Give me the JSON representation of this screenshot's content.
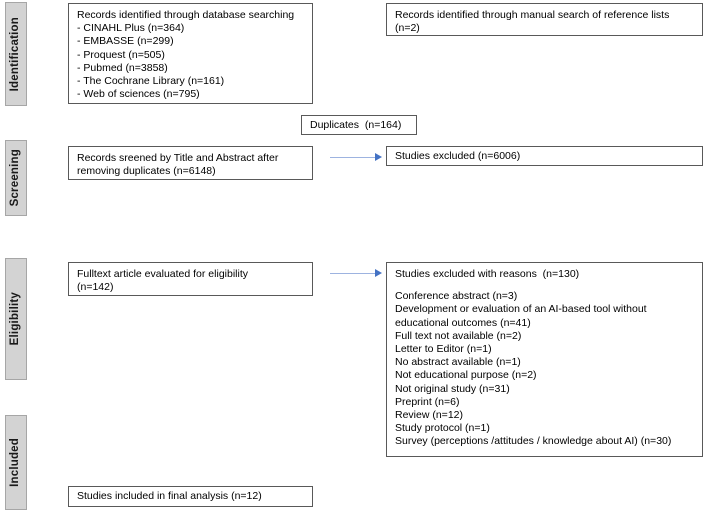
{
  "diagram": {
    "type": "prisma-flow-diagram",
    "accent_arrow_color": "#9db3e0",
    "accent_arrowhead_color": "#4472c4",
    "stage_tab_fill": "#d3d3d3",
    "box_border_color": "#595959"
  },
  "stages": [
    {
      "label": "Identification"
    },
    {
      "label": "Screening"
    },
    {
      "label": "Eligibility"
    },
    {
      "label": "Included"
    }
  ],
  "boxes": {
    "database_search": {
      "title": "Records identified through database searching",
      "items": [
        "- CINAHL Plus (n=364)",
        "- EMBASSE (n=299)",
        "- Proquest (n=505)",
        "- Pubmed (n=3858)",
        "- The Cochrane Library (n=161)",
        "- Web of sciences (n=795)"
      ]
    },
    "manual_search": {
      "title": "Records identified through manual search of reference lists",
      "count": "(n=2)"
    },
    "duplicates": {
      "label": "Duplicates  (n=164)"
    },
    "screened": {
      "line1": "Records sreened by Title and Abstract after",
      "line2": "removing duplicates (n=6148)"
    },
    "excluded_screening": {
      "label": "Studies excluded (n=6006)"
    },
    "fulltext": {
      "line1": "Fulltext article evaluated for eligibility",
      "line2": "(n=142)"
    },
    "excluded_reasons": {
      "title": "Studies excluded with reasons  (n=130)",
      "reasons": [
        "Conference abstract (n=3)",
        "Development or evaluation of an AI-based tool without",
        "educational outcomes (n=41)",
        "Full text not available (n=2)",
        "Letter to Editor (n=1)",
        "No abstract available (n=1)",
        "Not educational purpose (n=2)",
        "Not original study (n=31)",
        "Preprint (n=6)",
        "Review (n=12)",
        "Study protocol (n=1)",
        "Survey (perceptions /attitudes / knowledge about AI) (n=30)"
      ]
    },
    "included_final": {
      "label": "Studies included in final analysis (n=12)"
    }
  }
}
